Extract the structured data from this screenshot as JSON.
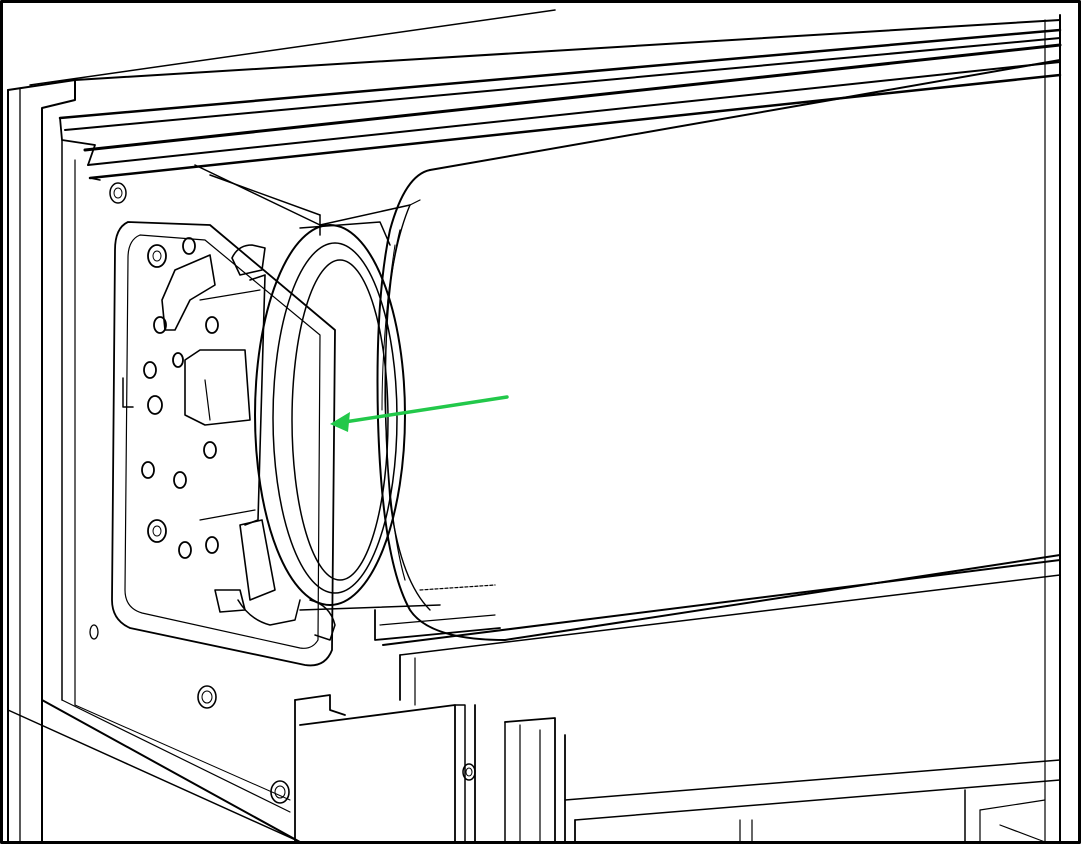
{
  "figure": {
    "arrow_color": "#22c84a",
    "line_color": "#000000",
    "background": "#ffffff"
  },
  "parts": [
    "frame-housing",
    "top-rail",
    "mounting-bracket",
    "end-cap-flange",
    "roller-tube",
    "lower-profile",
    "direction-arrow"
  ]
}
